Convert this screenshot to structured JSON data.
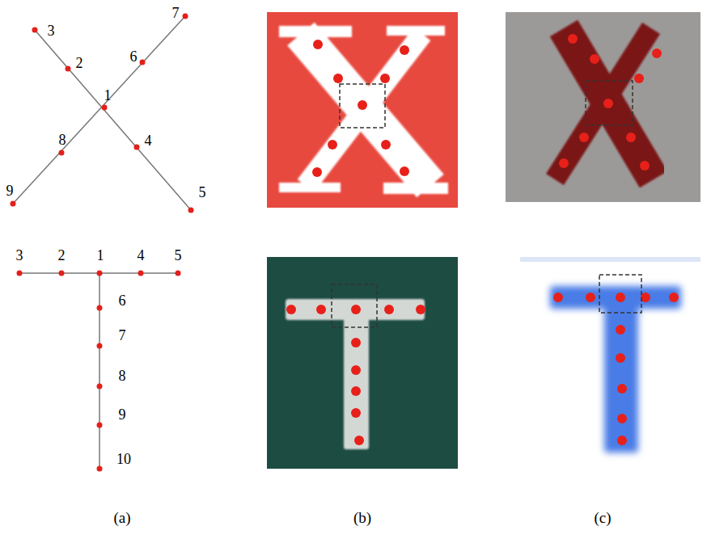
{
  "diagram": {
    "labels": [
      "3",
      "2",
      "1",
      "6",
      "7",
      "8",
      "4",
      "9",
      "5",
      "3",
      "2",
      "1",
      "4",
      "5",
      "6",
      "7",
      "8",
      "9",
      "10",
      "(a)",
      "(b)",
      "(c)"
    ]
  }
}
